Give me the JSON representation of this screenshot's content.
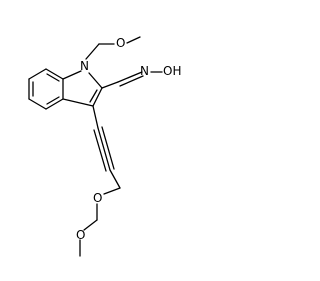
{
  "diagram": {
    "type": "chemical-structure",
    "atom_labels": {
      "indole_nitrogen": "N",
      "oxime_nitrogen": "N",
      "oxime_hydroxyl": "OH",
      "n_methoxymethyl_oxygen": "O",
      "propargyl_ether_oxygen": "O",
      "terminal_methoxy_oxygen": "O"
    },
    "colors": {
      "bond": "#000000",
      "text": "#000000",
      "background": "#ffffff"
    }
  }
}
